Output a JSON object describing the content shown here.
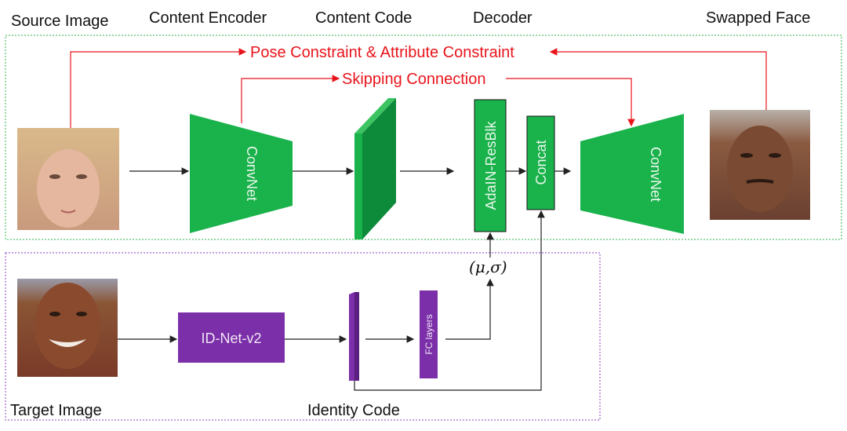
{
  "labels": {
    "source_image": "Source Image",
    "content_encoder": "Content Encoder",
    "content_code": "Content Code",
    "decoder": "Decoder",
    "swapped_face": "Swapped Face",
    "target_image": "Target Image",
    "identity_code": "Identity Code"
  },
  "constraints": {
    "pose_attribute": "Pose Constraint & Attribute Constraint",
    "skipping": "Skipping Connection"
  },
  "blocks": {
    "encoder": "ConvNet",
    "adain": "AdaIN-ResBlk",
    "concat": "Concat",
    "decoder": "ConvNet",
    "id_net": "ID-Net-v2",
    "fc": "FC layers"
  },
  "params": "(μ,σ)",
  "colors": {
    "green": "#19b24b",
    "dark_green": "#0d8a3a",
    "purple": "#7b2fa8",
    "red": "#e8141c"
  }
}
